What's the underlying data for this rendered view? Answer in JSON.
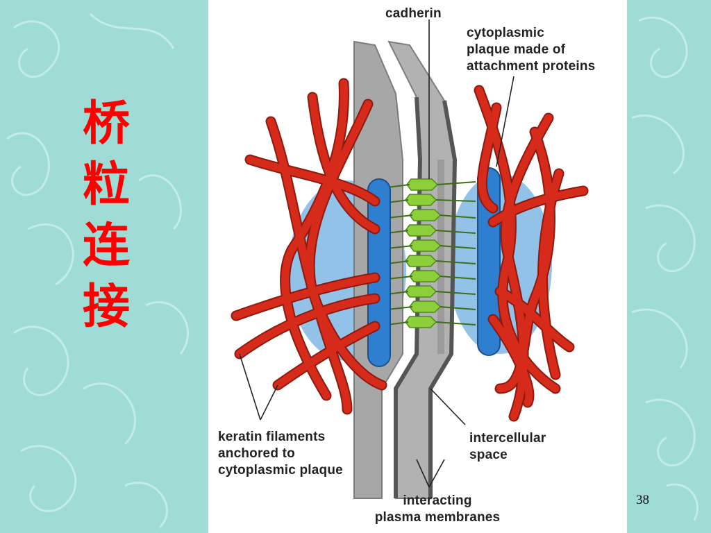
{
  "slide": {
    "title_chars": [
      "桥",
      "粒",
      "连",
      "接"
    ],
    "page_number": "38"
  },
  "diagram": {
    "labels": {
      "cadherin": "cadherin",
      "plaque": [
        "cytoplasmic",
        "plaque made of",
        "attachment proteins"
      ],
      "keratin": [
        "keratin filaments",
        "anchored to",
        "cytoplasmic plaque"
      ],
      "intercellular": [
        "intercellular",
        "space"
      ],
      "membranes": [
        "interacting",
        "plasma membranes"
      ]
    }
  },
  "colors": {
    "background": "#9fdcd6",
    "title": "#ff0000",
    "filament": "#d62b1a",
    "plaque": "#2e7fd0",
    "plaque_halo": "#7fb7e3",
    "membrane": "#a7a7a7",
    "cadherin": "#8ccf3a"
  }
}
